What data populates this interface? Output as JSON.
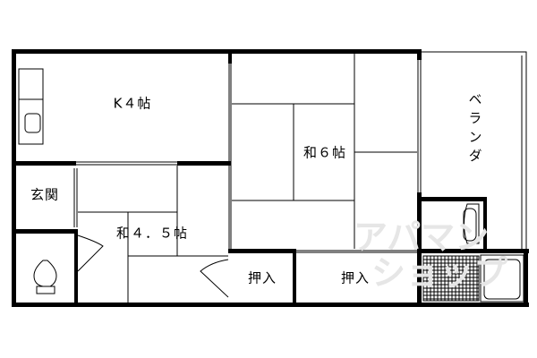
{
  "rooms": {
    "kitchen": "K４帖",
    "entrance": "玄関",
    "washitsu_small": "和４．５帖",
    "washitsu_large": "和６帖",
    "veranda": "ベランダ",
    "closet_small": "押入",
    "closet_large": "押入"
  },
  "watermark": {
    "line1": "アパマン",
    "line2": "ショップ",
    "color": "#e6e6e6"
  },
  "colors": {
    "wall": "#000000",
    "background": "#ffffff"
  }
}
